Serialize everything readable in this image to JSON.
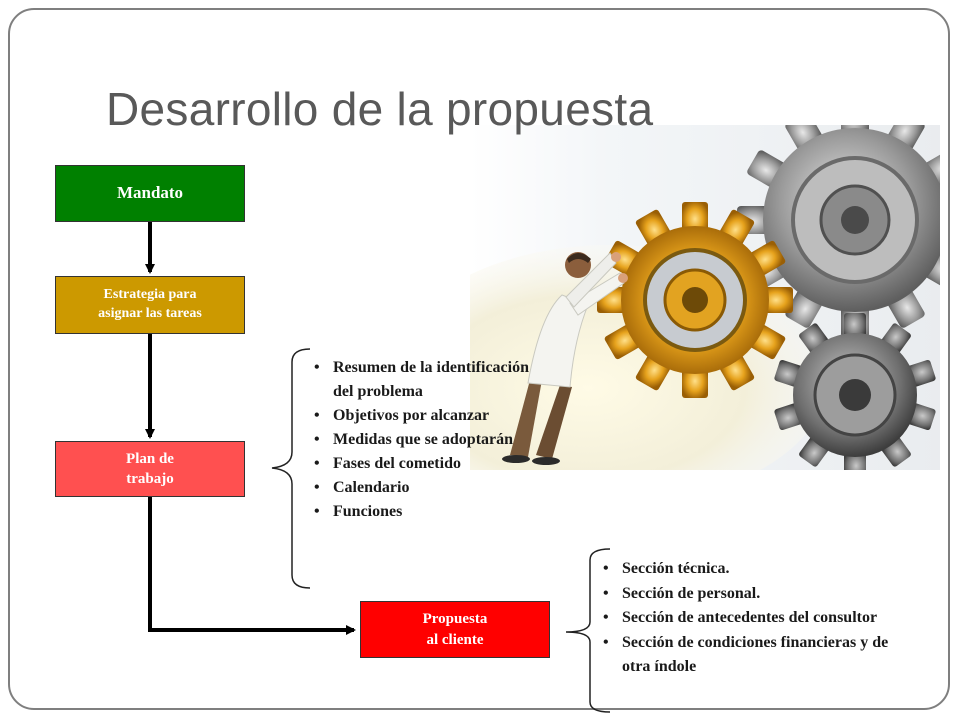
{
  "slide": {
    "title": "Desarrollo de la propuesta"
  },
  "flow": {
    "mandato": "Mandato",
    "estrategia": "Estrategia para\nasignar las tareas",
    "plan": "Plan de\ntrabajo",
    "propuesta": "Propuesta\nal cliente"
  },
  "plan_items": [
    "Resumen de la identificación del problema",
    "Objetivos por alcanzar",
    "Medidas que se adoptarán",
    "Fases del cometido",
    "Calendario",
    "Funciones"
  ],
  "propuesta_items": [
    "Sección técnica.",
    "Sección de personal.",
    "Sección de antecedentes del consultor",
    "Sección de condiciones financieras y de otra índole"
  ],
  "colors": {
    "mandato": "#008000",
    "estrategia": "#cc9900",
    "plan": "#ff5050",
    "propuesta": "#ff0000",
    "title": "#595959",
    "frame": "#7f7f7f"
  }
}
